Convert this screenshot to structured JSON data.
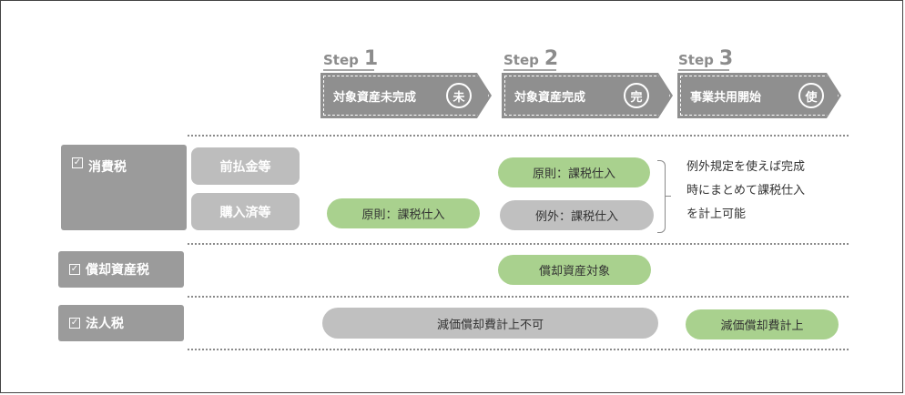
{
  "steps": [
    {
      "word": "Step",
      "num": "1",
      "label": "対象資産未完成",
      "badge": "未"
    },
    {
      "word": "Step",
      "num": "2",
      "label": "対象資産完成",
      "badge": "完"
    },
    {
      "word": "Step",
      "num": "3",
      "label": "事業共用開始",
      "badge": "使"
    }
  ],
  "rows": {
    "consumption": {
      "label": "消費税",
      "sub_prepaid": "前払金等",
      "sub_purchased": "購入済等",
      "step1_pill": "原則：課税仕入",
      "step2_pill_principle": "原則：課税仕入",
      "step2_pill_exception": "例外：課税仕入",
      "note_lines": [
        "例外規定を使えば完成",
        "時にまとめて課税仕入",
        "を計上可能"
      ]
    },
    "depreciable": {
      "label": "償却資産税",
      "step2_pill": "償却資産対象"
    },
    "corporate": {
      "label": "法人税",
      "step12_pill": "減価償却費計上不可",
      "step3_pill": "減価償却費計上"
    }
  },
  "colors": {
    "green": "#a9d18e",
    "gray_pill": "#c0c0c0",
    "arrow": "#8f8f8f",
    "category": "#9b9b9b"
  }
}
